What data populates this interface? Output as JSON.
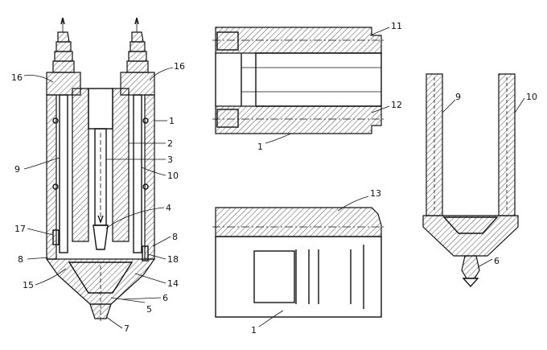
{
  "figure": {
    "labels": {
      "main": [
        "16",
        "16",
        "1",
        "2",
        "3",
        "9",
        "10",
        "4",
        "17",
        "8",
        "8",
        "18",
        "15",
        "14",
        "5",
        "6",
        "7"
      ],
      "upper_view": [
        "11",
        "12",
        "1"
      ],
      "lower_view": [
        "13",
        "1"
      ],
      "insert": [
        "9",
        "10",
        "6"
      ]
    }
  }
}
